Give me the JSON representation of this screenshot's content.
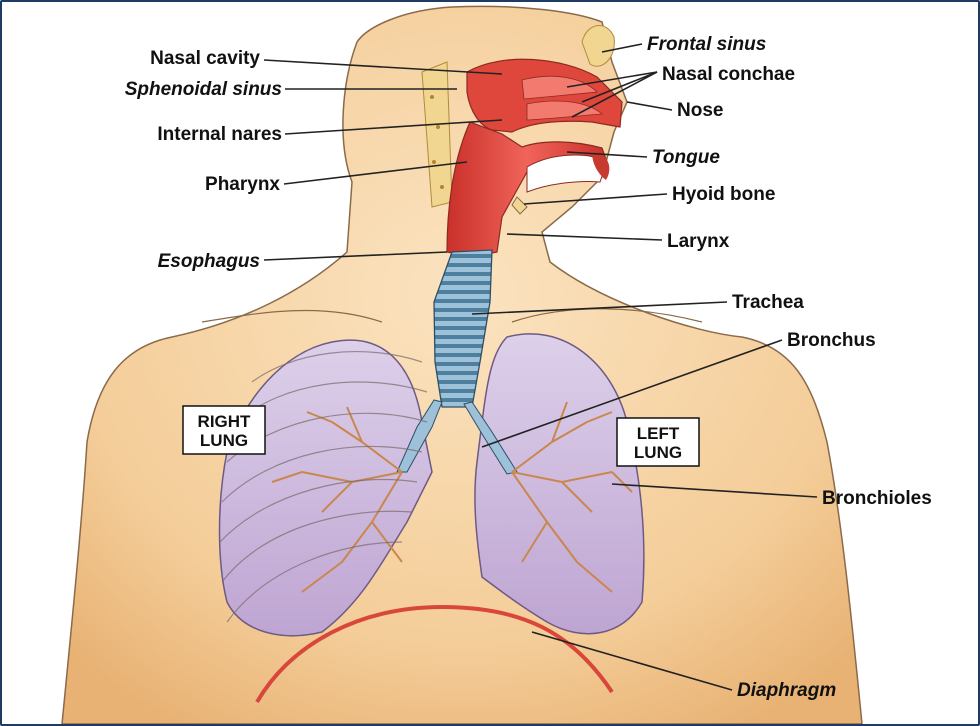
{
  "diagram": {
    "labels": {
      "nasal_cavity": "Nasal cavity",
      "sphenoidal_sinus": "Sphenoidal sinus",
      "internal_nares": "Internal nares",
      "pharynx": "Pharynx",
      "esophagus": "Esophagus",
      "frontal_sinus": "Frontal sinus",
      "nasal_conchae": "Nasal conchae",
      "nose": "Nose",
      "tongue": "Tongue",
      "hyoid_bone": "Hyoid bone",
      "larynx": "Larynx",
      "trachea": "Trachea",
      "bronchus": "Bronchus",
      "bronchioles": "Bronchioles",
      "diaphragm": "Diaphragm"
    },
    "right_lung": {
      "line1": "RIGHT",
      "line2": "LUNG"
    },
    "left_lung": {
      "line1": "LEFT",
      "line2": "LUNG"
    },
    "colors": {
      "skin": "#f6d3a4",
      "skin_shadow": "#e9b47a",
      "lung": "#cdb8dc",
      "airway": "#e0473c",
      "trachea": "#7aa6c2",
      "bronchiole": "#c9874e",
      "diaphragm": "#d9473b",
      "frame": "#1f3a63"
    }
  }
}
